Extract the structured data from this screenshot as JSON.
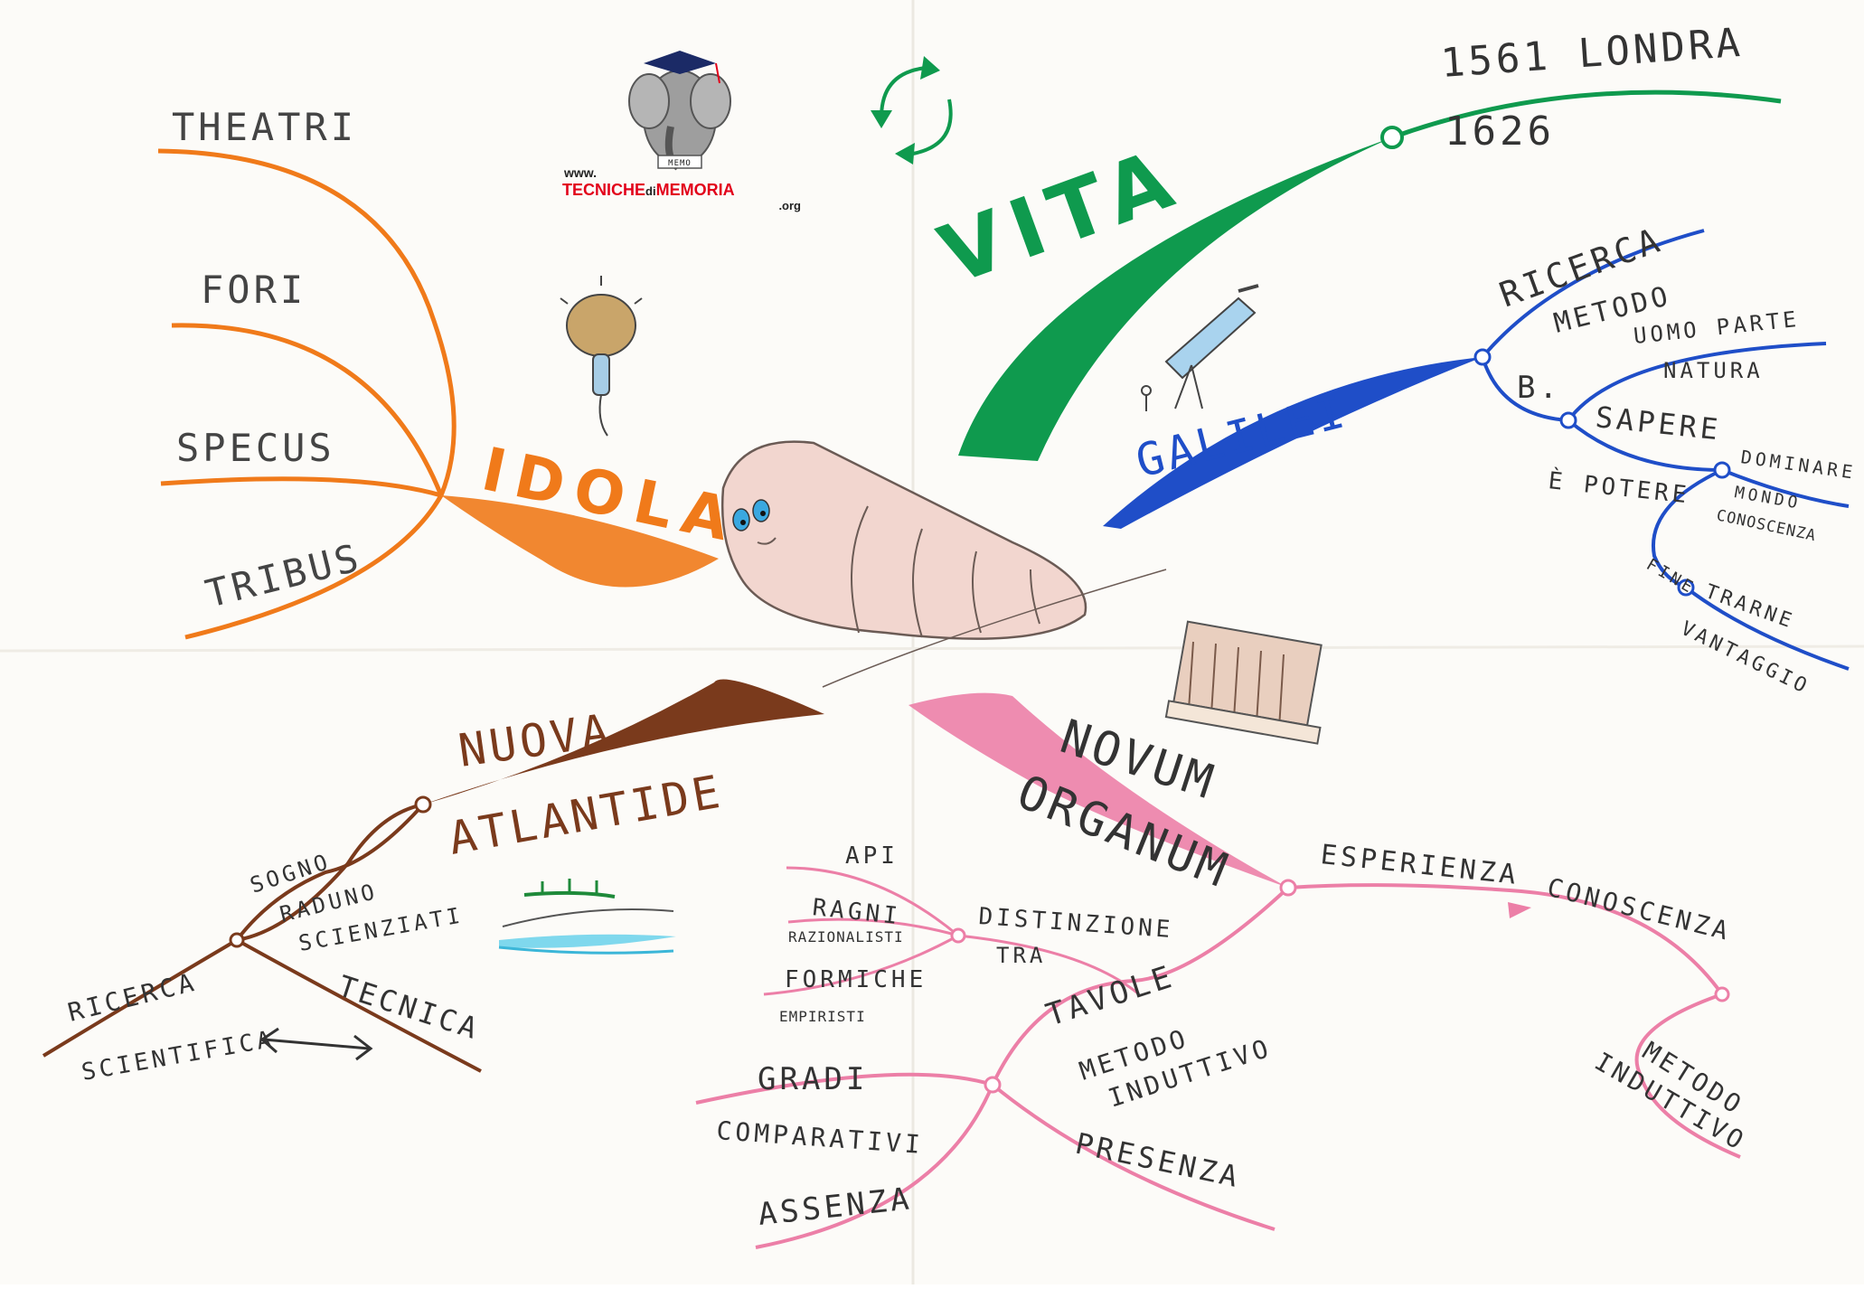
{
  "logo": {
    "www": "www.",
    "brand_main": "TECNICHE",
    "brand_di": "di",
    "brand_memoria": "MEMORIA",
    "tld": ".org",
    "badge": "MEMO"
  },
  "colors": {
    "orange": "#f07a1a",
    "green": "#0f9a4e",
    "blue": "#1f4ec8",
    "brown": "#7a3a1c",
    "pink": "#ec7fa7",
    "paper": "#fcfbf8",
    "ink": "#333333",
    "logo_red": "#e2001a"
  },
  "idola": {
    "title": "IDOLA",
    "items": [
      "THEATRI",
      "FORI",
      "SPECUS",
      "TRIBUS"
    ]
  },
  "vita": {
    "title": "VITA",
    "birth": "1561 LONDRA",
    "death": "1626"
  },
  "galilei": {
    "title": "GALILEI",
    "ricerca": "RICERCA",
    "metodo": "METODO",
    "b": "B.",
    "uomo_parte": "UOMO PARTE",
    "natura": "NATURA",
    "sapere": "SAPERE",
    "e_potere": "È POTERE",
    "dominare": "DOMINARE",
    "mondo": "MONDO",
    "conoscenza": "CONOSCENZA",
    "fine": "FINE",
    "trarne": "TRARNE",
    "vantaggio": "VANTAGGIO"
  },
  "nuova_atlantide": {
    "title_1": "NUOVA",
    "title_2": "ATLANTIDE",
    "sogno": "SOGNO",
    "raduno": "RADUNO",
    "scienziati": "SCIENZIATI",
    "ricerca": "RICERCA",
    "scientifica": "SCIENTIFICA",
    "tecnica": "TECNICA"
  },
  "novum_organum": {
    "title_1": "NOVUM",
    "title_2": "ORGANUM",
    "api": "API",
    "ragni": "RAGNI",
    "razionalisti": "RAZIONALISTI",
    "formiche": "FORMICHE",
    "empiristi": "EMPIRISTI",
    "distinzione": "DISTINZIONE",
    "tra": "TRA",
    "esperienza": "ESPERIENZA",
    "conoscenza": "CONOSCENZA",
    "metodo": "METODO",
    "induttivo": "INDUTTIVO",
    "tavole": "TAVOLE",
    "metodo_induttivo_1": "METODO",
    "metodo_induttivo_2": "INDUTTIVO",
    "gradi": "GRADI",
    "comparativi": "COMPARATIVI",
    "assenza": "ASSENZA",
    "presenza": "PRESENZA"
  }
}
